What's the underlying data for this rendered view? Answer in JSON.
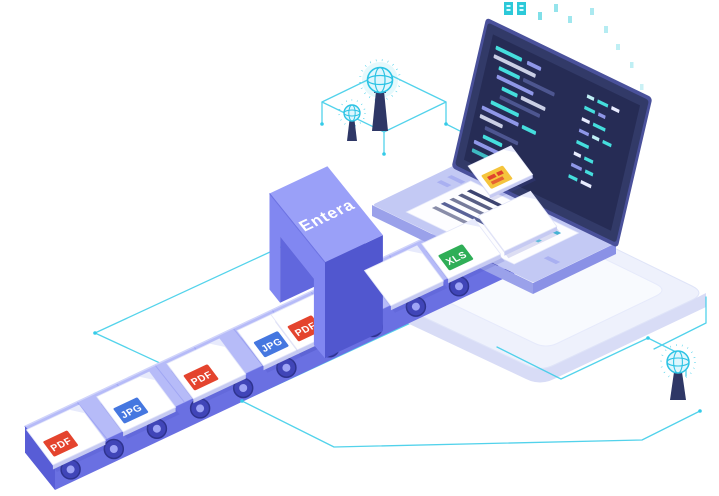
{
  "illustration": {
    "description": "Isometric illustration: documents on a conveyor belt pass through an Entera gate and are processed into a laptop",
    "gate": {
      "label": "Entera"
    },
    "belt": {
      "documents": [
        {
          "badge": "PDF",
          "badge_color": "#e4442e"
        },
        {
          "badge": "JPG",
          "badge_color": "#4577e0"
        },
        {
          "badge": "PDF",
          "badge_color": "#e4442e"
        },
        {
          "badge": "JPG",
          "badge_color": "#4577e0"
        },
        {
          "badge": "PDF",
          "badge_color": "#e4442e"
        },
        {
          "badge": "XLS",
          "badge_color": "#2fae57"
        }
      ]
    },
    "highlight_badge_color": "#f5c43c",
    "colors": {
      "belt_purple": "#6a70e2",
      "gate_purple": "#8187f1",
      "network_cyan": "#35cbe8",
      "screen_navy": "#262c55",
      "platform_light": "#eef1fc"
    }
  }
}
